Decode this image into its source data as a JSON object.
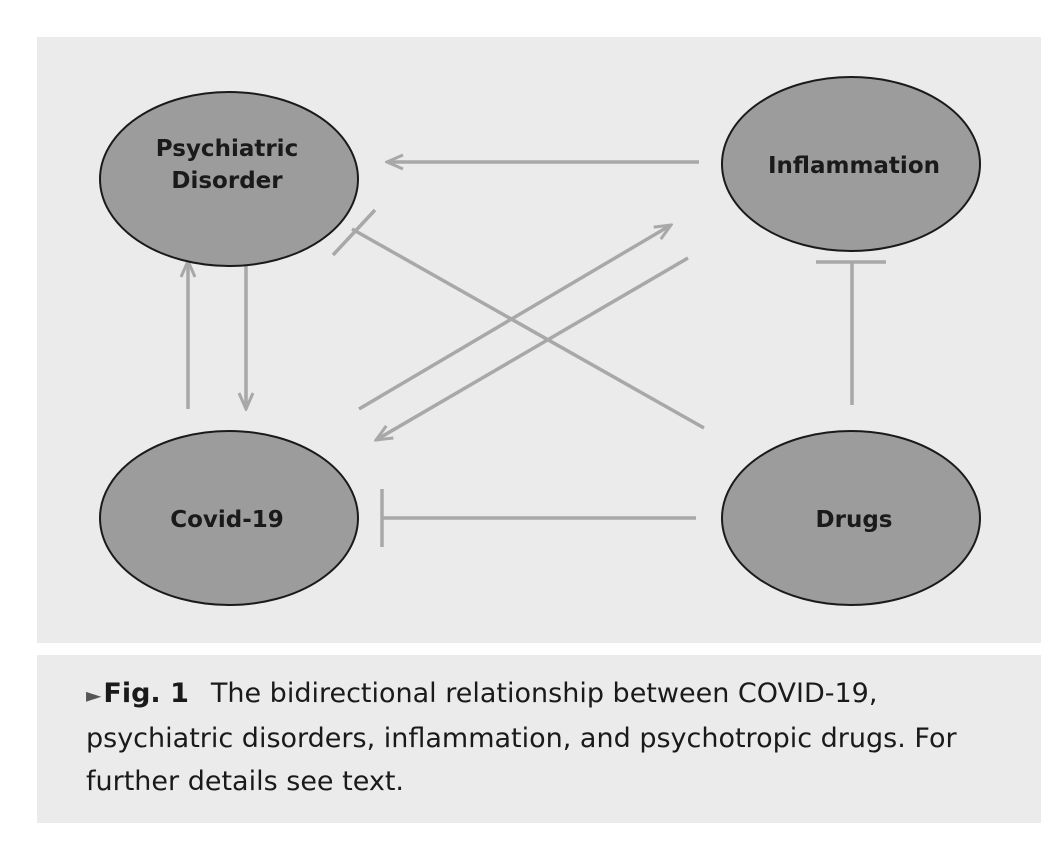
{
  "diagram": {
    "nodes": [
      {
        "id": "psychiatric",
        "lines": [
          "Psychiatric",
          "Disorder"
        ]
      },
      {
        "id": "inflammation",
        "lines": [
          "Inflammation"
        ]
      },
      {
        "id": "covid",
        "lines": [
          "Covid-19"
        ]
      },
      {
        "id": "drugs",
        "lines": [
          "Drugs"
        ]
      }
    ],
    "edges": [
      {
        "from": "inflammation",
        "to": "psychiatric",
        "kind": "arrow"
      },
      {
        "from": "covid",
        "to": "psychiatric",
        "kind": "arrow"
      },
      {
        "from": "psychiatric",
        "to": "covid",
        "kind": "arrow"
      },
      {
        "from": "covid",
        "to": "inflammation",
        "kind": "arrow"
      },
      {
        "from": "inflammation",
        "to": "covid",
        "kind": "arrow"
      },
      {
        "from": "drugs",
        "to": "psychiatric",
        "kind": "inhibit"
      },
      {
        "from": "drugs",
        "to": "inflammation",
        "kind": "inhibit"
      },
      {
        "from": "drugs",
        "to": "covid",
        "kind": "inhibit"
      }
    ],
    "colors": {
      "node_fill": "#9c9c9c",
      "node_stroke": "#1a1a1a",
      "edge": "#a8a8a8",
      "panel": "#ebebeb"
    }
  },
  "caption": {
    "marker": "►",
    "label": "Fig. 1",
    "text": "The bidirectional relationship between COVID-19, psychiatric disorders, inflammation, and psychotropic drugs. For further details see text."
  }
}
